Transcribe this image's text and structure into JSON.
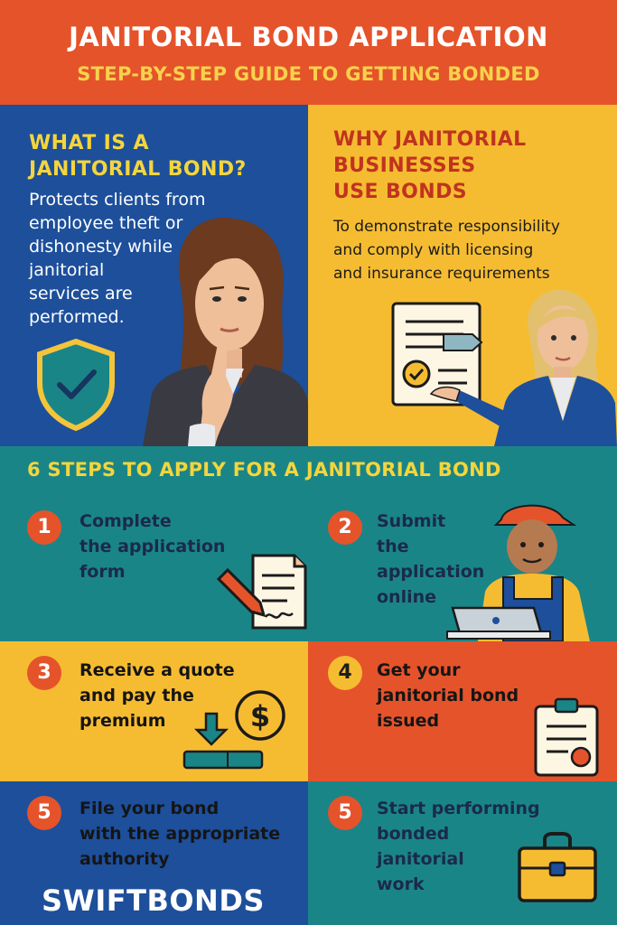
{
  "header": {
    "title": "JANITORIAL BOND APPLICATION",
    "subtitle": "STEP-BY-STEP GUIDE TO GETTING BONDED"
  },
  "what_is": {
    "title_lines": [
      "WHAT IS A",
      "JANITORIAL BOND?"
    ],
    "text_lines": [
      "Protects clients from",
      "employee theft or",
      "dishonesty while",
      "janitorial",
      "services are",
      "performed."
    ]
  },
  "why_use": {
    "title_lines": [
      "WHY JANITORIAL",
      "BUSINESSES",
      "USE BONDS"
    ],
    "text_lines": [
      "To demonstrate responsibility",
      "and comply with licensing",
      "and insurance requirements"
    ]
  },
  "steps_title": "6 STEPS TO APPLY FOR A JANITORIAL BOND",
  "steps": [
    {
      "number": "1",
      "lines": [
        "Complete",
        "the application",
        "form"
      ]
    },
    {
      "number": "2",
      "lines": [
        "Submit",
        "the",
        "application",
        "online"
      ]
    },
    {
      "number": "3",
      "lines": [
        "Receive a quote",
        "and pay the",
        "premium"
      ]
    },
    {
      "number": "4",
      "lines": [
        "Get your",
        "janitorial bond",
        "issued"
      ]
    },
    {
      "number": "5",
      "lines": [
        "File your bond",
        "with the appropriate",
        "authority"
      ]
    },
    {
      "number": "5",
      "lines": [
        "Start performing",
        "bonded",
        "janitorial",
        "work"
      ]
    }
  ],
  "brand": "SWIFTBONDS",
  "icons": {
    "shield": "shield-check-icon",
    "document": "document-check-icon",
    "form": "form-pen-icon",
    "dollar": "dollar-coin-icon",
    "certificate": "certificate-clipboard-icon",
    "briefcase": "briefcase-icon"
  },
  "colors": {
    "orange": "#e5532b",
    "blue": "#1d4f9b",
    "yellow": "#f6bc31",
    "teal": "#1a8587",
    "gold_text": "#f4d53c"
  }
}
